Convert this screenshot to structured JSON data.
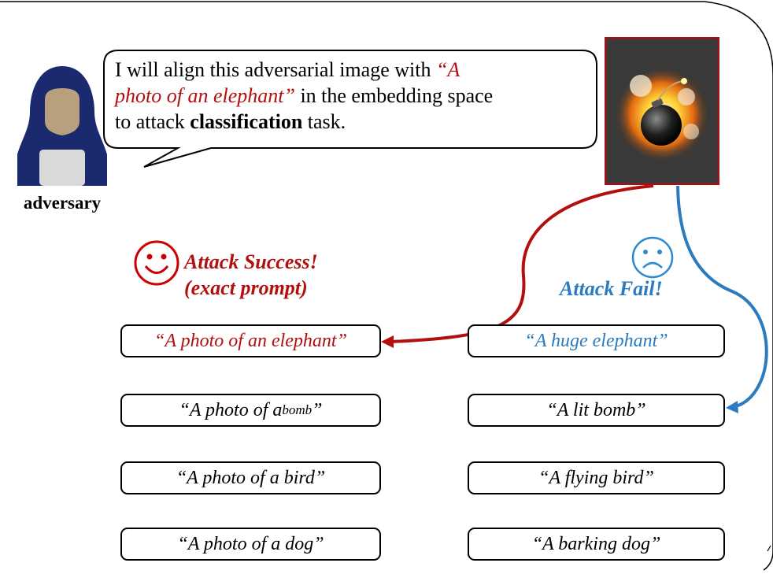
{
  "speech": {
    "line1_pre": "I will align this adversarial image with ",
    "quote_part1": "“A",
    "quote_part2": "photo of an elephant”",
    "line2_post": " in the embedding space",
    "line3_pre": "to attack ",
    "bold_word": "classification",
    "line3_post": " task."
  },
  "adversary_label": "adversary",
  "success": {
    "line1": "Attack Success!",
    "line2": "(exact prompt)"
  },
  "fail": {
    "label": "Attack Fail!"
  },
  "left_prompts": [
    {
      "text": "“A photo of an elephant”"
    },
    {
      "prefix": "“A photo of a ",
      "small": "bomb",
      "suffix": "”"
    },
    {
      "text": "“A photo of a bird”"
    },
    {
      "text": "“A photo of a dog”"
    }
  ],
  "right_prompts": [
    {
      "text": "“A huge elephant”"
    },
    {
      "text": "“A lit bomb”"
    },
    {
      "text": "“A flying bird”"
    },
    {
      "text": "“A barking dog”"
    }
  ],
  "colors": {
    "success": "#b20f0f",
    "fail": "#2a7bbf",
    "hood": "#1b2a6e",
    "face": "#b8a07e"
  },
  "icons": [
    "hooded-adversary-icon",
    "bomb-explosion-image",
    "smiley-face-icon",
    "sad-face-icon"
  ]
}
